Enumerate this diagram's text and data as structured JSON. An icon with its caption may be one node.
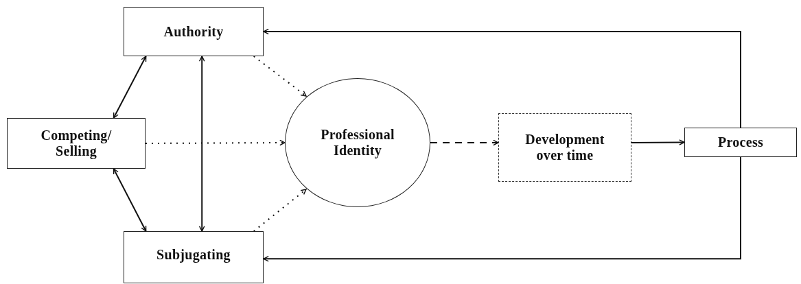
{
  "diagram": {
    "nodes": [
      {
        "text": [
          "Authority"
        ]
      },
      {
        "text": [
          "Competing/ Selling"
        ]
      },
      {
        "text": [
          "Professional Identity"
        ]
      },
      {
        "text": [
          "Development over time"
        ]
      },
      {
        "text": [
          "Process"
        ]
      },
      {
        "text": [
          "Subjugating"
        ]
      }
    ],
    "edges": [
      {
        "from": 1,
        "to": 0,
        "arrow": "both"
      },
      {
        "from": 1,
        "to": 5,
        "arrow": "both"
      },
      {
        "from": 0,
        "to": 5,
        "arrow": "both"
      },
      {
        "from": 0,
        "to": 2,
        "arrow": "to",
        "style": "dashed"
      },
      {
        "from": 1,
        "to": 2,
        "arrow": "to",
        "style": "dashed"
      },
      {
        "from": 5,
        "to": 2,
        "arrow": "to",
        "style": "dashed"
      },
      {
        "from": 2,
        "to": 3,
        "arrow": "to",
        "style": "dashed"
      },
      {
        "from": 3,
        "to": 4,
        "arrow": "to"
      },
      {
        "from": 4,
        "to": 0,
        "arrow": "to"
      },
      {
        "from": 4,
        "to": 5,
        "arrow": "to"
      }
    ]
  }
}
